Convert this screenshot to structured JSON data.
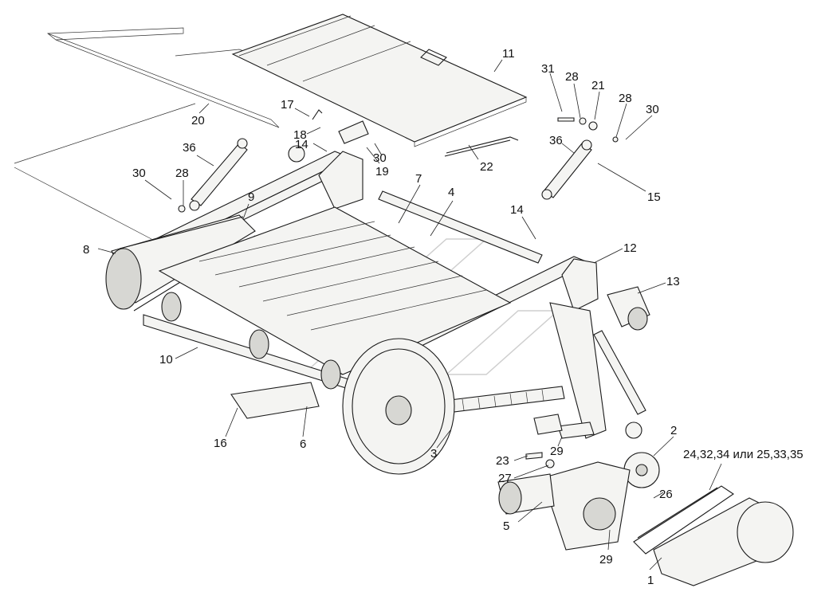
{
  "figure": {
    "callouts": [
      {
        "id": "c1",
        "text": "1"
      },
      {
        "id": "c2",
        "text": "2"
      },
      {
        "id": "c3",
        "text": "3"
      },
      {
        "id": "c4",
        "text": "4"
      },
      {
        "id": "c5",
        "text": "5"
      },
      {
        "id": "c6",
        "text": "6"
      },
      {
        "id": "c7",
        "text": "7"
      },
      {
        "id": "c8",
        "text": "8"
      },
      {
        "id": "c9",
        "text": "9"
      },
      {
        "id": "c10",
        "text": "10"
      },
      {
        "id": "c11",
        "text": "11"
      },
      {
        "id": "c12",
        "text": "12"
      },
      {
        "id": "c13",
        "text": "13"
      },
      {
        "id": "c14a",
        "text": "14"
      },
      {
        "id": "c14b",
        "text": "14"
      },
      {
        "id": "c15",
        "text": "15"
      },
      {
        "id": "c16",
        "text": "16"
      },
      {
        "id": "c17",
        "text": "17"
      },
      {
        "id": "c18",
        "text": "18"
      },
      {
        "id": "c19",
        "text": "19"
      },
      {
        "id": "c20",
        "text": "20"
      },
      {
        "id": "c21",
        "text": "21"
      },
      {
        "id": "c22",
        "text": "22"
      },
      {
        "id": "c23",
        "text": "23"
      },
      {
        "id": "c24",
        "text": "24,32,34 или 25,33,35"
      },
      {
        "id": "c26",
        "text": "26"
      },
      {
        "id": "c27",
        "text": "27"
      },
      {
        "id": "c28a",
        "text": "28"
      },
      {
        "id": "c28b",
        "text": "28"
      },
      {
        "id": "c28c",
        "text": "28"
      },
      {
        "id": "c29a",
        "text": "29"
      },
      {
        "id": "c29b",
        "text": "29"
      },
      {
        "id": "c30a",
        "text": "30"
      },
      {
        "id": "c30b",
        "text": "30"
      },
      {
        "id": "c30c",
        "text": "30"
      },
      {
        "id": "c31",
        "text": "31"
      },
      {
        "id": "c36a",
        "text": "36"
      },
      {
        "id": "c36b",
        "text": "36"
      }
    ]
  }
}
